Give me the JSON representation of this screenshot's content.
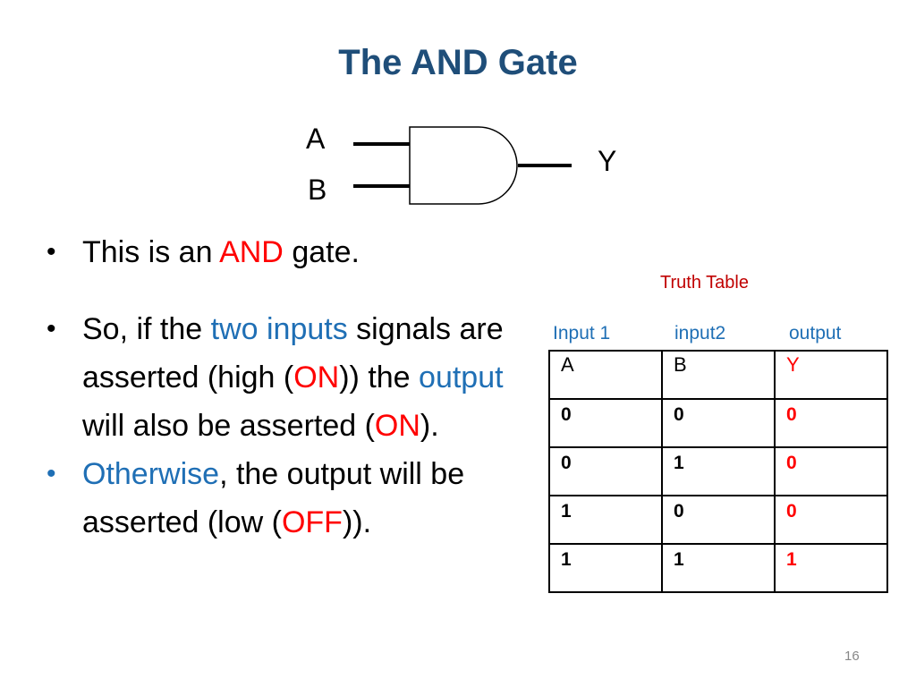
{
  "slide": {
    "title": "The AND Gate",
    "page_number": "16"
  },
  "diagram": {
    "input_a": "A",
    "input_b": "B",
    "output": "Y"
  },
  "bullets": {
    "b1": {
      "p1": "This is an ",
      "p2": "AND",
      "p3": " gate."
    },
    "b2": {
      "p1": "So, if the ",
      "p2": "two inputs",
      "p3": " signals are asserted (high (",
      "p4": "ON",
      "p5": ")) the ",
      "p6": "output",
      "p7": " will also be asserted (",
      "p8": "ON",
      "p9": ")."
    },
    "b3": {
      "p1": "Otherwise",
      "p2": ", the output will be asserted (low (",
      "p3": "OFF",
      "p4": "))."
    }
  },
  "truth_table": {
    "title": "Truth Table",
    "column_labels": [
      "Input 1",
      "input2",
      "output"
    ],
    "header": [
      "A",
      "B",
      "Y"
    ],
    "rows": [
      [
        "0",
        "0",
        "0"
      ],
      [
        "0",
        "1",
        "0"
      ],
      [
        "1",
        "0",
        "0"
      ],
      [
        "1",
        "1",
        "1"
      ]
    ]
  },
  "colors": {
    "title": "#1f4e79",
    "highlight_red": "#ff0000",
    "highlight_blue": "#1f6fb5",
    "table_title": "#c00000"
  }
}
